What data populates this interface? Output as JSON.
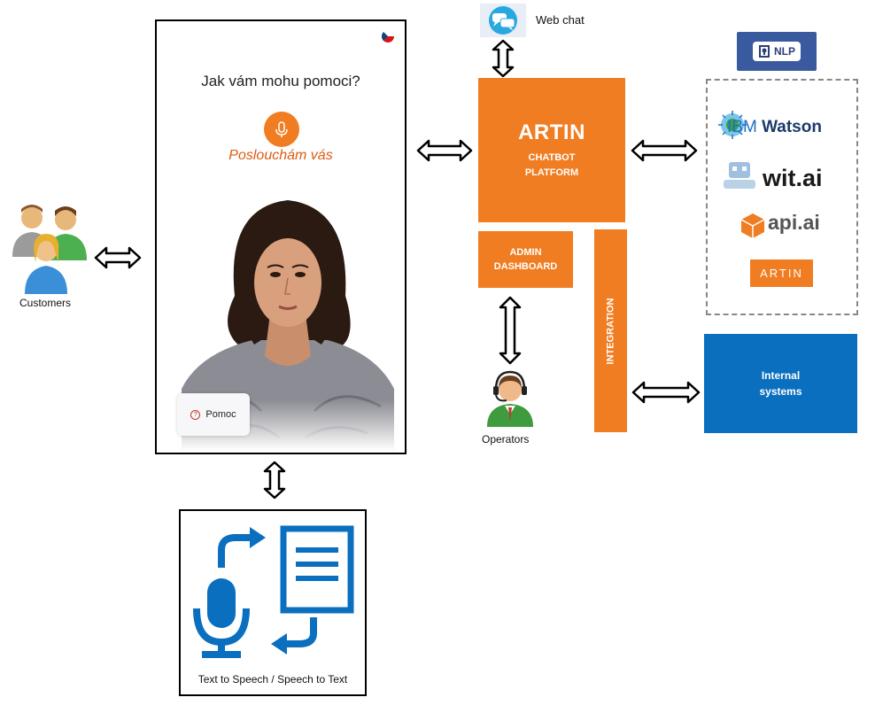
{
  "customers": {
    "label": "Customers"
  },
  "phone": {
    "question": "Jak vám mohu pomoci?",
    "listening": "Poslouchám vás",
    "help_button": "Pomoc"
  },
  "tts": {
    "label": "Text to Speech / Speech to Text"
  },
  "webchat": {
    "label": "Web chat"
  },
  "artin": {
    "title": "ARTIN",
    "subtitle_line1": "CHATBOT",
    "subtitle_line2": "PLATFORM"
  },
  "admin": {
    "line1": "ADMIN",
    "line2": "DASHBOARD"
  },
  "integration": {
    "label": "INTEGRATION"
  },
  "operators": {
    "label": "Operators"
  },
  "internal": {
    "line1": "Internal",
    "line2": "systems"
  },
  "nlp": {
    "badge": "NLP",
    "providers": {
      "ibm_prefix": "IBM",
      "ibm_name": "Watson",
      "wit": "wit.ai",
      "apiai": "api.ai",
      "artin": "ARTIN"
    }
  },
  "colors": {
    "orange": "#f07d22",
    "blue": "#0b6fbf",
    "text_orange": "#e05b10"
  }
}
